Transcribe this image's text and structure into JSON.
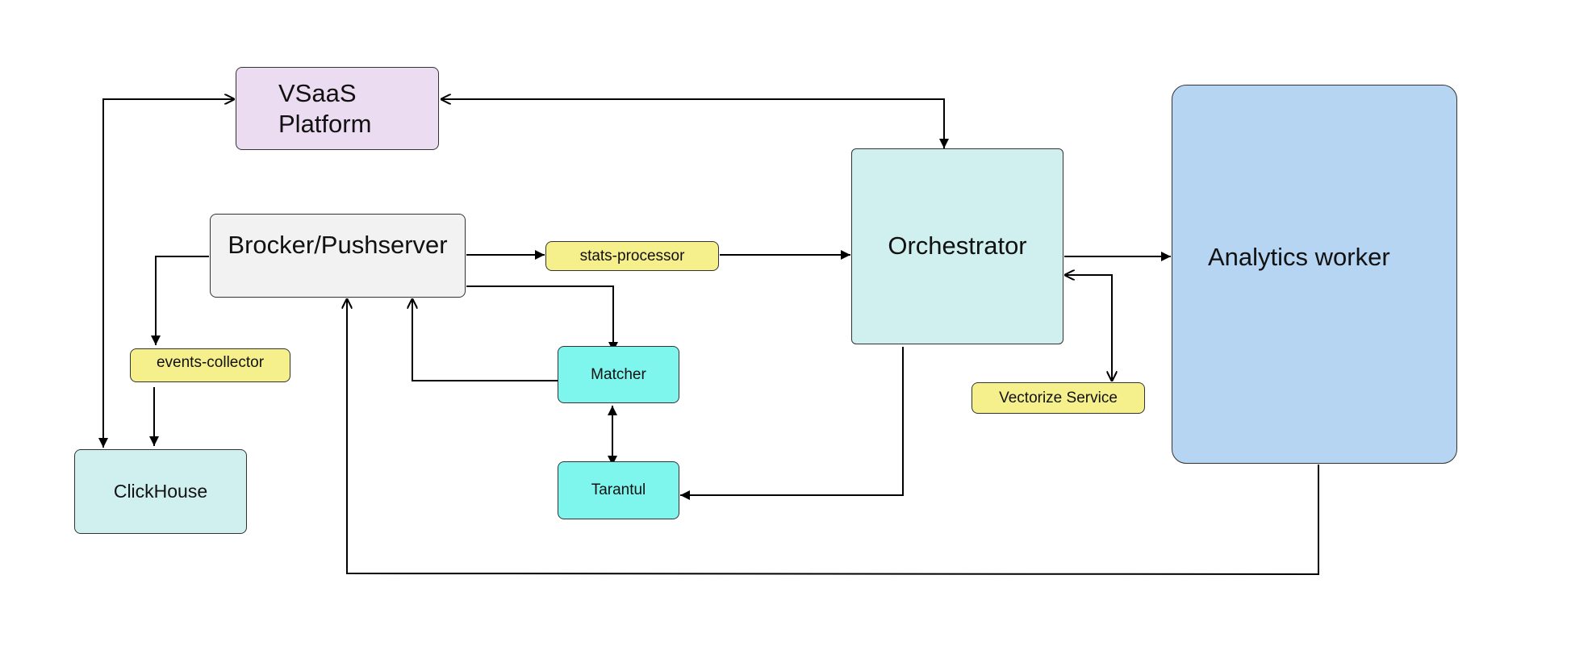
{
  "colors": {
    "platform": "#ecdcf2",
    "service_gray": "#f2f2f2",
    "orchestrator": "#cff0ef",
    "analytics": "#b5d5f2",
    "queue_yellow": "#f5ef8c",
    "cyan": "#7ef6ed",
    "clickhouse": "#cff0ef",
    "line": "#000000"
  },
  "nodes": {
    "vsaas": {
      "label": "VSaaS Platform",
      "color": "platform"
    },
    "broker": {
      "label": "Brocker/Pushserver",
      "color": "service_gray"
    },
    "stats": {
      "label": "stats-processor",
      "color": "queue_yellow"
    },
    "orchestrator": {
      "label": "Orchestrator",
      "color": "orchestrator"
    },
    "analytics": {
      "label": "Analytics worker",
      "color": "analytics"
    },
    "events": {
      "label": "events-collector",
      "color": "queue_yellow"
    },
    "matcher": {
      "label": "Matcher",
      "color": "cyan"
    },
    "vectorize": {
      "label": "Vectorize Service",
      "color": "queue_yellow"
    },
    "clickhouse": {
      "label": "ClickHouse",
      "color": "clickhouse"
    },
    "tarantul": {
      "label": "Tarantul",
      "color": "cyan"
    }
  },
  "edges": [
    {
      "from": "vsaas",
      "to": "clickhouse",
      "style": "bidirectional"
    },
    {
      "from": "vsaas",
      "to": "orchestrator",
      "style": "bidirectional"
    },
    {
      "from": "broker",
      "to": "stats",
      "style": "directed"
    },
    {
      "from": "stats",
      "to": "orchestrator",
      "style": "directed"
    },
    {
      "from": "orchestrator",
      "to": "analytics",
      "style": "directed"
    },
    {
      "from": "orchestrator",
      "to": "vectorize",
      "style": "bidirectional"
    },
    {
      "from": "broker",
      "to": "events",
      "style": "directed"
    },
    {
      "from": "events",
      "to": "clickhouse",
      "style": "directed"
    },
    {
      "from": "broker",
      "to": "matcher",
      "style": "directed"
    },
    {
      "from": "matcher",
      "to": "broker",
      "style": "directed"
    },
    {
      "from": "matcher",
      "to": "tarantul",
      "style": "bidirectional"
    },
    {
      "from": "orchestrator",
      "to": "tarantul",
      "style": "directed"
    },
    {
      "from": "analytics",
      "to": "broker",
      "style": "directed"
    }
  ]
}
